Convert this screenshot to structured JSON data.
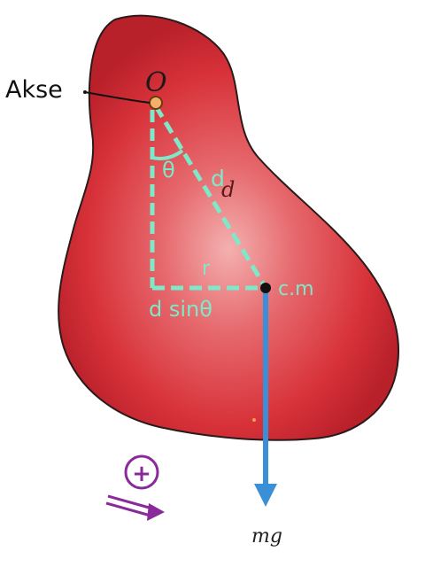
{
  "labels": {
    "axis": "Akse",
    "pivot": "O",
    "angle": "θ",
    "distance_green": "d",
    "distance_dark": "d",
    "radius": "r",
    "lever_arm": "d sinθ",
    "center_of_mass": "c.m",
    "weight": "mg",
    "positive_sign": "+"
  },
  "colors": {
    "body_fill": "#d8323a",
    "body_highlight": "#f0a0a0",
    "body_edge": "#2a1a1a",
    "construction": "#7fe8c8",
    "pivot_fill": "#f5b06a",
    "weight_arrow": "#3a8fd6",
    "sign": "#8a2a9a"
  }
}
